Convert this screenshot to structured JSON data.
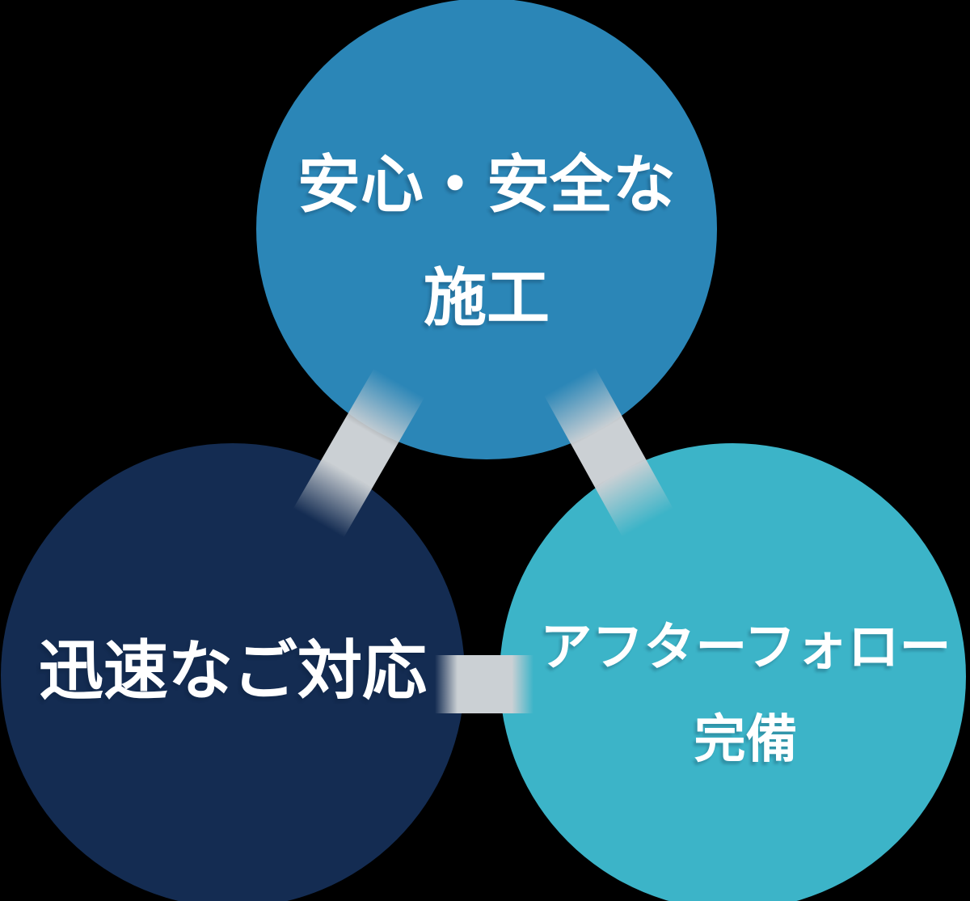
{
  "diagram": {
    "background_color": "#000000",
    "connector_color": "#cbd0d4",
    "text_color": "#ffffff",
    "circles": {
      "top": {
        "name": "safe-secure-construction",
        "lines": [
          "安心・安全な",
          "施工"
        ],
        "color": "#2b86b7"
      },
      "left": {
        "name": "quick-response",
        "lines": [
          "迅速なご対応"
        ],
        "color": "#142c52"
      },
      "right": {
        "name": "after-follow-support",
        "lines": [
          "アフターフォロー",
          "完備"
        ],
        "color": "#3cb4c8"
      }
    }
  }
}
